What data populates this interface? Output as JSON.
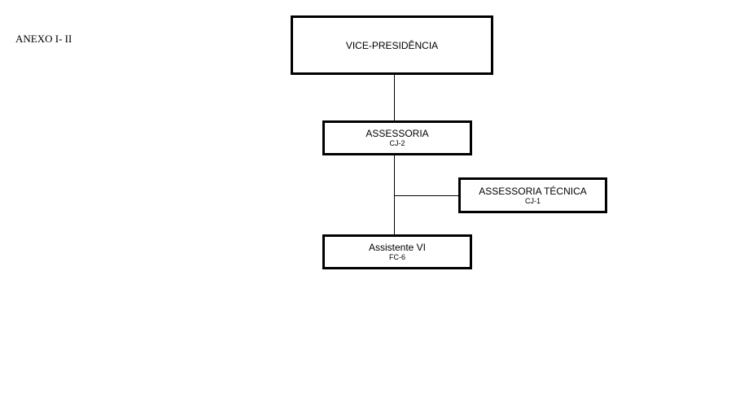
{
  "document": {
    "annex_label": "ANEXO I- II"
  },
  "org_chart": {
    "vice": {
      "title": "VICE-PRESIDÊNCIA"
    },
    "assessoria": {
      "title": "ASSESSORIA",
      "code": "CJ-2"
    },
    "assessoria_tecnica": {
      "title": "ASSESSORIA TÉCNICA",
      "code": "CJ-1"
    },
    "assistente": {
      "title": "Assistente VI",
      "code": "FC-6"
    }
  }
}
